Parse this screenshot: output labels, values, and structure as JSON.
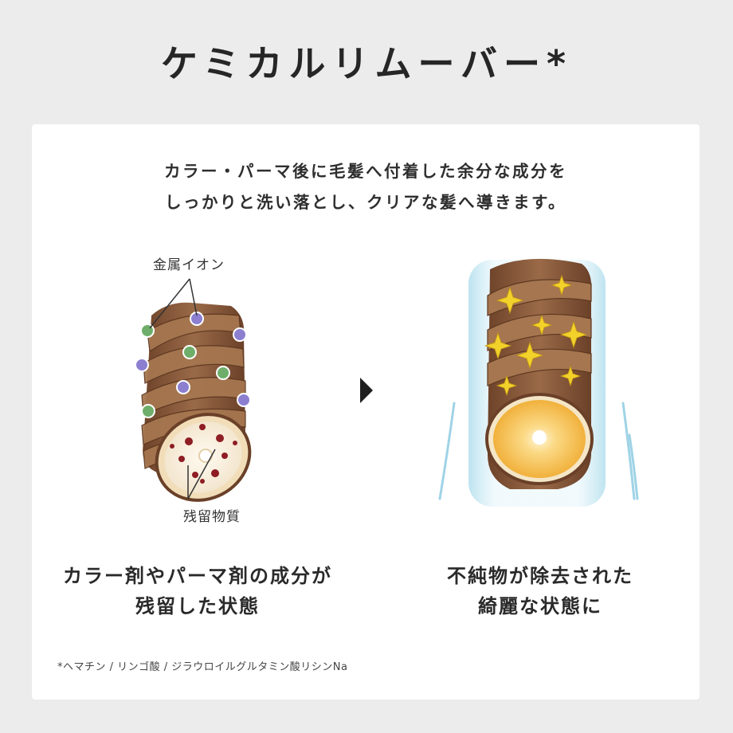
{
  "title": "ケミカルリムーバー*",
  "intro": {
    "line1": "カラー・パーマ後に毛髪へ付着した余分な成分を",
    "line2": "しっかりと洗い落とし、クリアな髪へ導きます。"
  },
  "labels": {
    "metal_ions": "金属イオン",
    "residue": "残留物質"
  },
  "captions": {
    "before_line1": "カラー剤やパーマ剤の成分が",
    "before_line2": "残留した状態",
    "after_line1": "不純物が除去された",
    "after_line2": "綺麗な状態に"
  },
  "footnote": "*ヘマチン / リンゴ酸 / ジラウロイルグルタミン酸リシンNa",
  "colors": {
    "background": "#ececec",
    "card": "#ffffff",
    "hair": "#8a5a3a",
    "metal_ion_green": "#6fae6a",
    "metal_ion_purple": "#8c7fd0",
    "residue": "#8f1d24",
    "sparkle": "#f2d12a",
    "glow": "#bfe3ef",
    "clean_core": "#f5c24a"
  }
}
